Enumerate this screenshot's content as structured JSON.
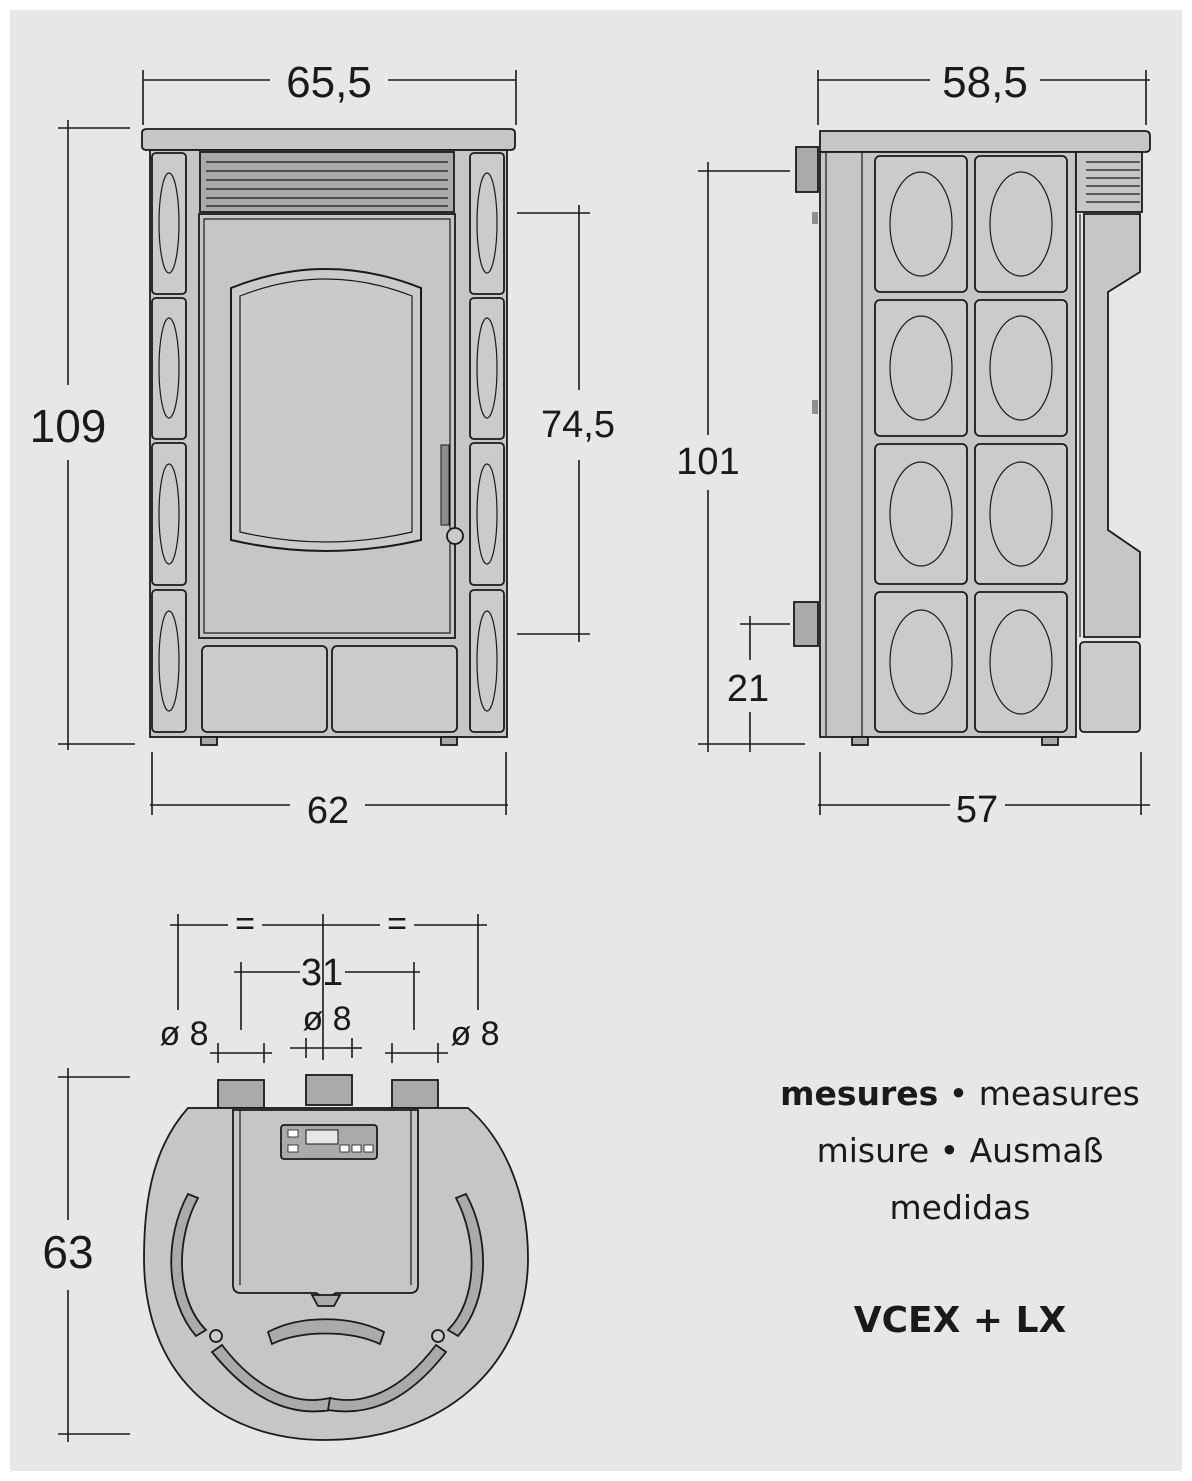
{
  "dimensions": {
    "front_width_top": "65,5",
    "front_width_bottom": "62",
    "front_height_total": "109",
    "front_door_height": "74,5",
    "side_depth_top": "58,5",
    "side_depth_bottom": "57",
    "side_height_flue": "101",
    "side_height_inlet": "21",
    "top_equal_left": "=",
    "top_equal_right": "=",
    "top_outlet_spacing": "31",
    "top_diameter_left": "ø 8",
    "top_diameter_center": "ø 8",
    "top_diameter_right": "ø 8",
    "top_depth": "63"
  },
  "caption": {
    "line1_bold": "mesures",
    "line1_rest": " • measures",
    "line2": "misure • Ausmaß",
    "line3": "medidas",
    "model": "VCEX + LX"
  },
  "colors": {
    "background": "#e6e7e9",
    "stove_body": "#c5c6c8",
    "outline": "#1a1a1a"
  }
}
